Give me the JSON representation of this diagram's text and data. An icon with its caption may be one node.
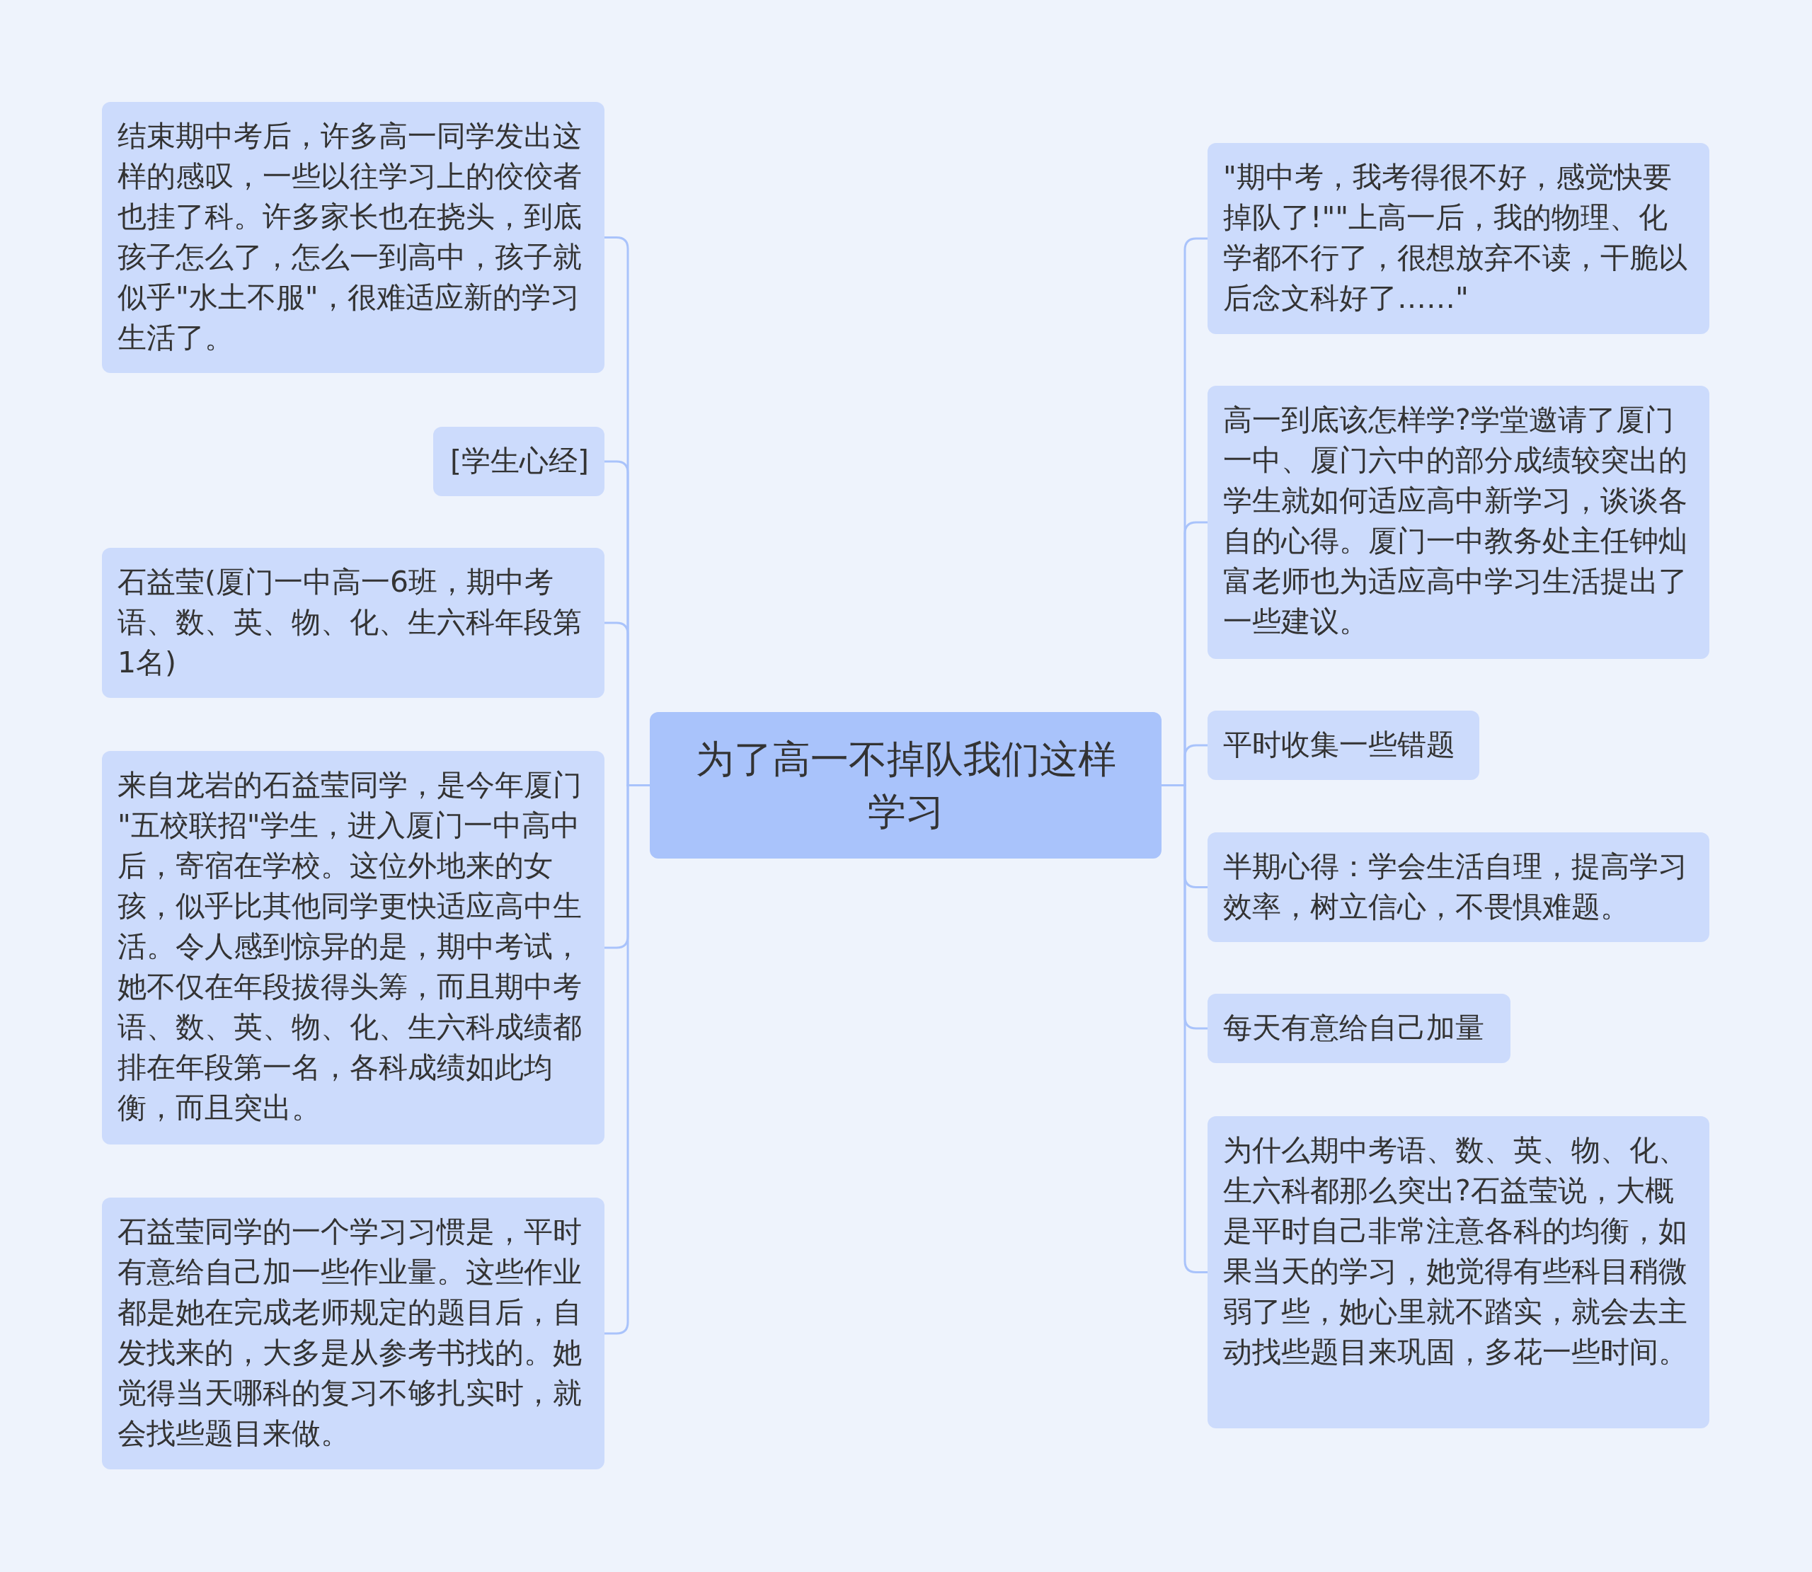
{
  "diagram": {
    "nodes": [
      {
        "text": [
          "为了高一不掉队我们这样学习"
        ]
      },
      {
        "text": [
          "结束期中考后，许多高一同学发出这样的感叹，一些以往学习上的佼佼者也挂了科。许多家长也在挠头，到底孩子怎么了，怎么一到高中，孩子就似乎\"水土不服\"，很难适应新的学习生活了。"
        ]
      },
      {
        "text": [
          "[学生心经]"
        ]
      },
      {
        "text": [
          "石益莹(厦门一中高一6班，期中考语、数、英、物、化、生六科年段第1名)"
        ]
      },
      {
        "text": [
          "来自龙岩的石益莹同学，是今年厦门 \"五校联招\"学生，进入厦门一中高中后，寄宿在学校。这位外地来的女孩，似乎比其他同学更快适应高中生活。令人感到惊异的是，期中考试，她不仅在年段拔得头筹，而且期中考语、数、英、物、化、生六科成绩都排在年段第一名，各科成绩如此均衡，而且突出。"
        ]
      },
      {
        "text": [
          "石益莹同学的一个学习习惯是，平时有意给自己加一些作业量。这些作业都是她在完成老师规定的题目后，自发找来的，大多是从参考书找的。她觉得当天哪科的复习不够扎实时，就会找些题目来做。"
        ]
      },
      {
        "text": [
          "\"期中考，我考得很不好，感觉快要掉队了!\"\"上高一后，我的物理、化学都不行了，很想放弃不读，干脆以后念文科好了……\""
        ]
      },
      {
        "text": [
          "高一到底该怎样学?学堂邀请了厦门一中、厦门六中的部分成绩较突出的学生就如何适应高中新学习，谈谈各自的心得。厦门一中教务处主任钟灿富老师也为适应高中学习生活提出了一些建议。"
        ]
      },
      {
        "text": [
          "平时收集一些错题"
        ]
      },
      {
        "text": [
          "半期心得：学会生活自理，提高学习效率，树立信心，不畏惧难题。"
        ]
      },
      {
        "text": [
          "每天有意给自己加量"
        ]
      },
      {
        "text": [
          "为什么期中考语、数、英、物、化、生六科都那么突出?石益莹说，大概是平时自己非常注意各科的均衡，如果当天的学习，她觉得有些科目稍微弱了些，她心里就不踏实，就会去主动找些题目来巩固，多花一些时间。"
        ]
      }
    ],
    "edges": [
      {
        "from": 0,
        "to": 1,
        "arrow": "none"
      },
      {
        "from": 0,
        "to": 2,
        "arrow": "none"
      },
      {
        "from": 0,
        "to": 3,
        "arrow": "none"
      },
      {
        "from": 0,
        "to": 4,
        "arrow": "none"
      },
      {
        "from": 0,
        "to": 5,
        "arrow": "none"
      },
      {
        "from": 0,
        "to": 6,
        "arrow": "none"
      },
      {
        "from": 0,
        "to": 7,
        "arrow": "none"
      },
      {
        "from": 0,
        "to": 8,
        "arrow": "none"
      },
      {
        "from": 0,
        "to": 9,
        "arrow": "none"
      },
      {
        "from": 0,
        "to": 10,
        "arrow": "none"
      },
      {
        "from": 0,
        "to": 11,
        "arrow": "none"
      }
    ]
  }
}
